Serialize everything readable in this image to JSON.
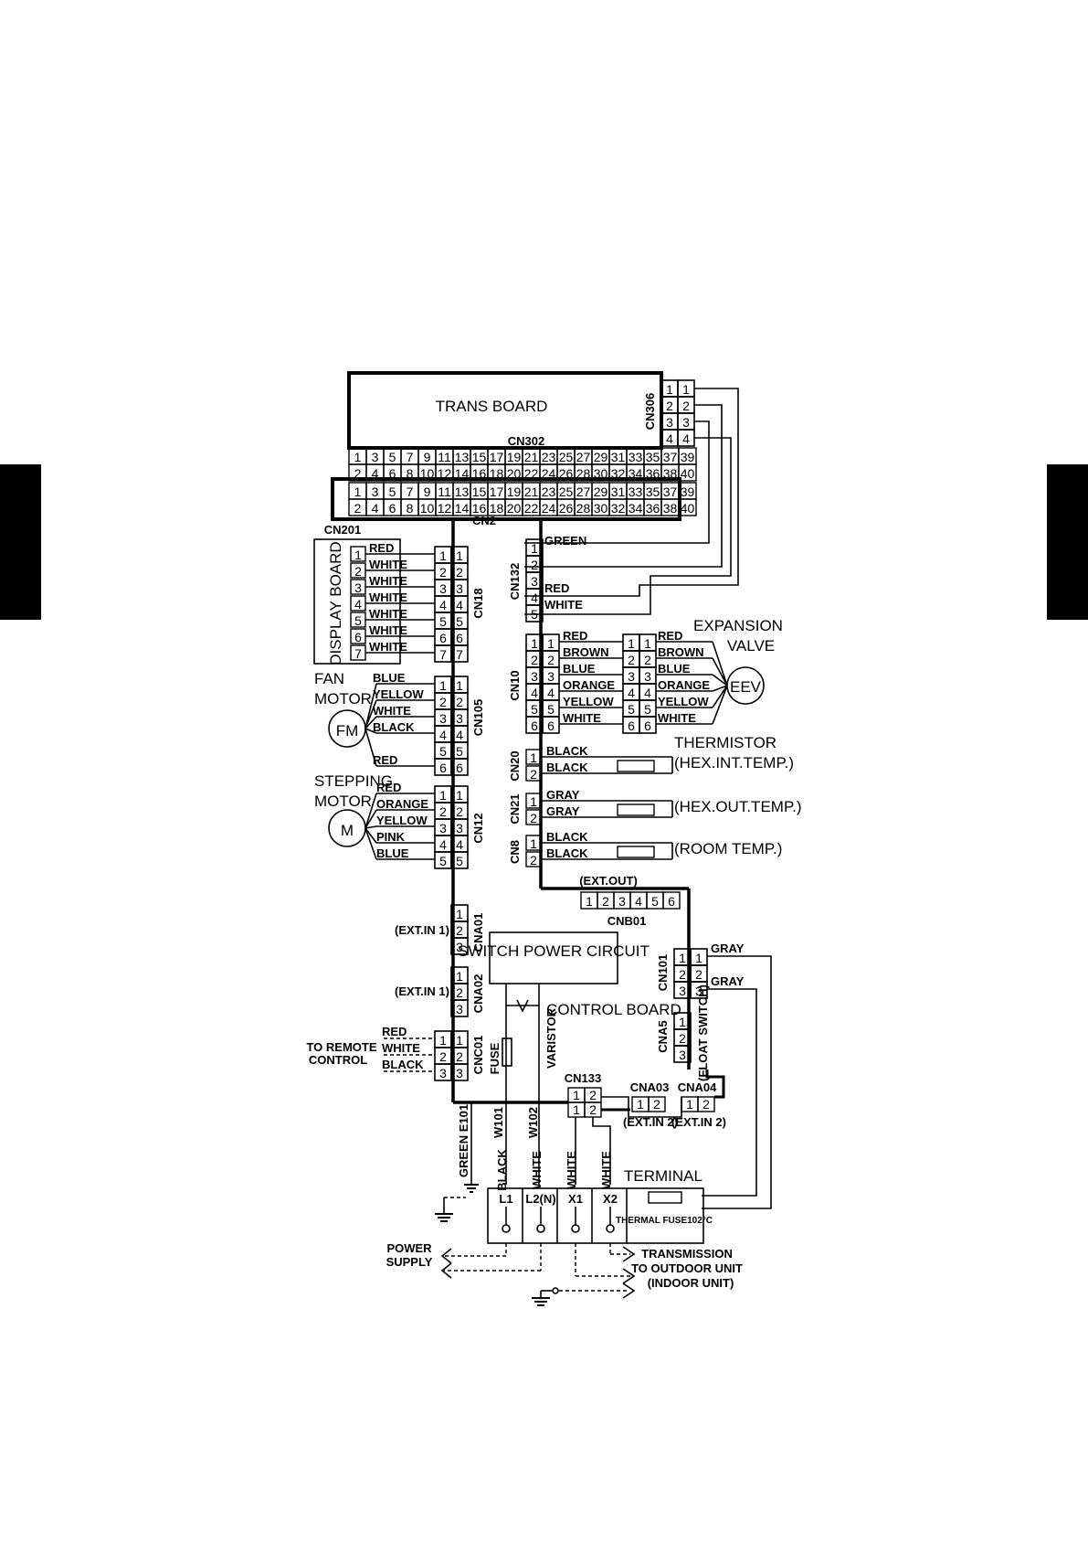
{
  "colors": {
    "ink": "#000000",
    "paper": "#ffffff"
  },
  "trans_board": {
    "title": "TRANS BOARD",
    "cn302": "CN302",
    "cn306": "CN306",
    "cn2": "CN2"
  },
  "cn201": "CN201",
  "display_board": "DISPLAY BOARD",
  "display_wires": [
    "RED",
    "WHITE",
    "WHITE",
    "WHITE",
    "WHITE",
    "WHITE",
    "WHITE"
  ],
  "cn18": "CN18",
  "cn132": {
    "label": "CN132",
    "wire1": "GREEN",
    "wire4": "RED",
    "wire5": "WHITE"
  },
  "fan_motor": {
    "label1": "FAN",
    "label2": "MOTOR",
    "symbol": "FM",
    "connector": "CN105",
    "wires": [
      "BLUE",
      "YELLOW",
      "WHITE",
      "BLACK",
      "RED"
    ]
  },
  "stepping_motor": {
    "label1": "STEPPING",
    "label2": "MOTOR",
    "symbol": "M",
    "connector": "CN12",
    "wires": [
      "RED",
      "ORANGE",
      "YELLOW",
      "PINK",
      "BLUE"
    ]
  },
  "expansion_valve": {
    "label1": "EXPANSION",
    "label2": "VALVE",
    "symbol": "EEV",
    "connector": "CN10",
    "wires_left": [
      "RED",
      "BROWN",
      "BLUE",
      "ORANGE",
      "YELLOW",
      "WHITE"
    ],
    "wires_right": [
      "RED",
      "BROWN",
      "BLUE",
      "ORANGE",
      "YELLOW",
      "WHITE"
    ]
  },
  "thermistor": {
    "title": "THERMISTOR",
    "sensors": [
      {
        "connector": "CN20",
        "wires": [
          "BLACK",
          "BLACK"
        ],
        "label": "(HEX.INT.TEMP.)"
      },
      {
        "connector": "CN21",
        "wires": [
          "GRAY",
          "GRAY"
        ],
        "label": "(HEX.OUT.TEMP.)"
      },
      {
        "connector": "CN8",
        "wires": [
          "BLACK",
          "BLACK"
        ],
        "label": "(ROOM TEMP.)"
      }
    ]
  },
  "cnb01": {
    "label": "CNB01",
    "ext": "(EXT.OUT)"
  },
  "cna01": {
    "label": "CNA01",
    "ext": "(EXT.IN 1)"
  },
  "cna02": {
    "label": "CNA02",
    "ext": "(EXT.IN 1)"
  },
  "switch_power": "SWITCH POWER CIRCUIT",
  "control_board": "CONTROL BOARD",
  "cn101": {
    "label": "CN101",
    "wire1": "GRAY",
    "wire2": "GRAY"
  },
  "cna5": {
    "label": "CNA5",
    "float": "(FLOAT SWITCH)"
  },
  "remote": {
    "line1": "TO REMOTE",
    "line2": "CONTROL",
    "connector": "CNC01",
    "wires": [
      "RED",
      "WHITE",
      "BLACK"
    ]
  },
  "fuse": "FUSE",
  "varistor": "VARISTOR",
  "cn133": "CN133",
  "cna03": {
    "label": "CNA03",
    "ext": "(EXT.IN 2)"
  },
  "cna04": {
    "label": "CNA04",
    "ext": "(EXT.IN 2)"
  },
  "lower_wires": {
    "e101": "GREEN E101",
    "w101": "W101",
    "w102": "W102",
    "w_black": "BLACK",
    "w_white1": "WHITE",
    "w_white2": "WHITE",
    "w_white3": "WHITE"
  },
  "terminal": {
    "title": "TERMINAL",
    "l1": "L1",
    "l2": "L2(N)",
    "x1": "X1",
    "x2": "X2",
    "thermal_fuse": "THERMAL FUSE102°C"
  },
  "power_supply": {
    "line1": "POWER",
    "line2": "SUPPLY"
  },
  "transmission": {
    "line1": "TRANSMISSION",
    "line2": "TO OUTDOOR UNIT",
    "line3": "(INDOOR UNIT)"
  }
}
